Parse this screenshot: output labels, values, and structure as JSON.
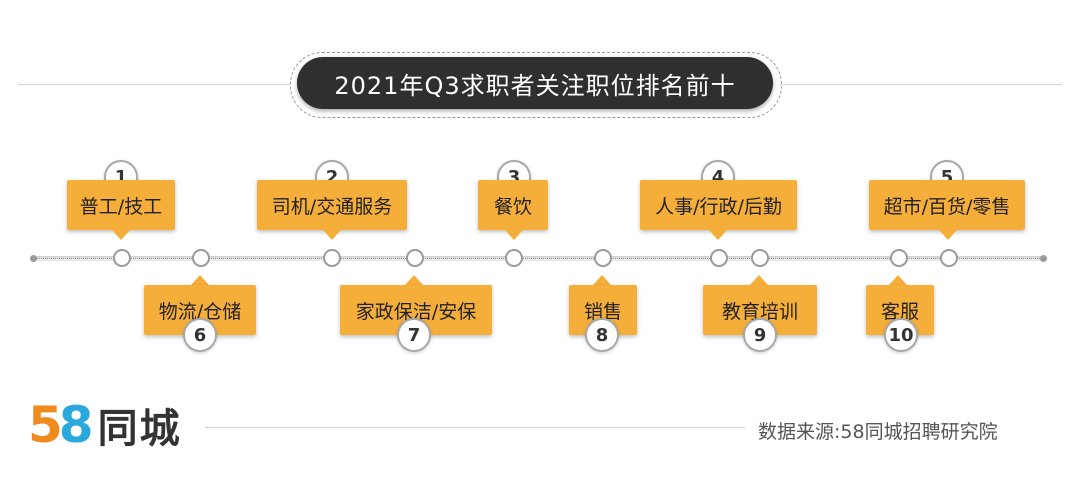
{
  "title": "2021年Q3求职者关注职位排名前十",
  "top_items": [
    {
      "rank": "1",
      "label": "普工/技工"
    },
    {
      "rank": "2",
      "label": "司机/交通服务"
    },
    {
      "rank": "3",
      "label": "餐饮"
    },
    {
      "rank": "4",
      "label": "人事/行政/后勤"
    },
    {
      "rank": "5",
      "label": "超市/百货/零售"
    }
  ],
  "bottom_items": [
    {
      "rank": "6",
      "label": "物流/仓储"
    },
    {
      "rank": "7",
      "label": "家政保洁/安保"
    },
    {
      "rank": "8",
      "label": "销售"
    },
    {
      "rank": "9",
      "label": "教育培训"
    },
    {
      "rank": "10",
      "label": "客服"
    }
  ],
  "logo": {
    "digit1": "5",
    "digit2": "8",
    "text": "同城"
  },
  "source": "数据来源:58同城招聘研究院",
  "colors": {
    "card": "#f6ae3a",
    "title_bg": "#2f2f2f",
    "logo_orange": "#f08a1d",
    "logo_blue": "#2aa7dc"
  }
}
